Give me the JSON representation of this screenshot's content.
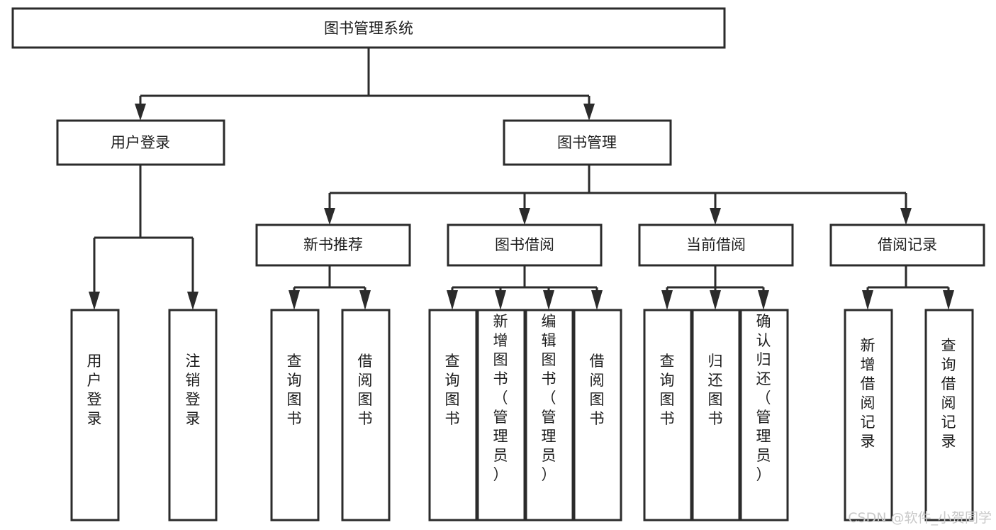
{
  "diagram": {
    "title": "图书管理系统",
    "type": "tree",
    "orientation": "top-down",
    "colors": {
      "background": "#ffffff",
      "box_fill": "#ffffff",
      "box_stroke": "#2b2b2b",
      "text": "#1d1d1d",
      "watermark": "#c9c9c9"
    },
    "root": {
      "label": "图书管理系统"
    },
    "level2": [
      {
        "label": "用户登录"
      },
      {
        "label": "图书管理"
      }
    ],
    "level3": [
      {
        "label": "新书推荐"
      },
      {
        "label": "图书借阅"
      },
      {
        "label": "当前借阅"
      },
      {
        "label": "借阅记录"
      }
    ],
    "leaves": {
      "user_login": [
        {
          "label": "用户登录"
        },
        {
          "label": "注销登录"
        }
      ],
      "new_book_recommend": [
        {
          "label": "查询图书"
        },
        {
          "label": "借阅图书"
        }
      ],
      "book_borrow": [
        {
          "label": "查询图书"
        },
        {
          "label": "新增图书（管理员）"
        },
        {
          "label": "编辑图书（管理员）"
        },
        {
          "label": "借阅图书"
        }
      ],
      "current_borrow": [
        {
          "label": "查询图书"
        },
        {
          "label": "归还图书"
        },
        {
          "label": "确认归还（管理员）"
        }
      ],
      "borrow_record": [
        {
          "label": "新增借阅记录"
        },
        {
          "label": "查询借阅记录"
        }
      ]
    }
  },
  "watermark": {
    "text": "CSDN @软件_小贺同学"
  }
}
